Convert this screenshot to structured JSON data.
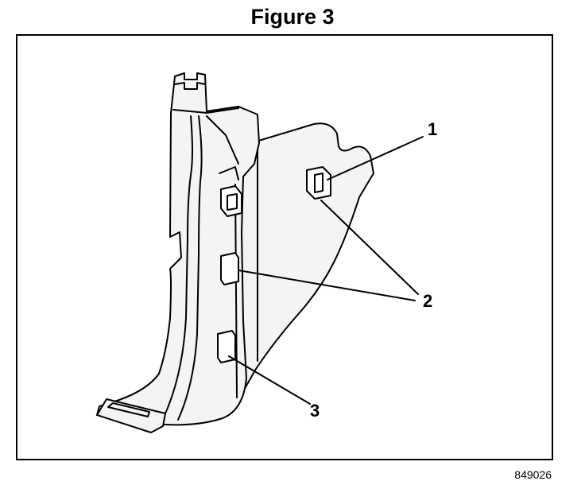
{
  "figure": {
    "title": "Figure 3",
    "code": "849026"
  },
  "callouts": [
    {
      "label": "1"
    },
    {
      "label": "2"
    },
    {
      "label": "3"
    }
  ],
  "colors": {
    "ink": "#000000",
    "paper": "#ffffff",
    "part_fill": "#f4f4f4"
  }
}
